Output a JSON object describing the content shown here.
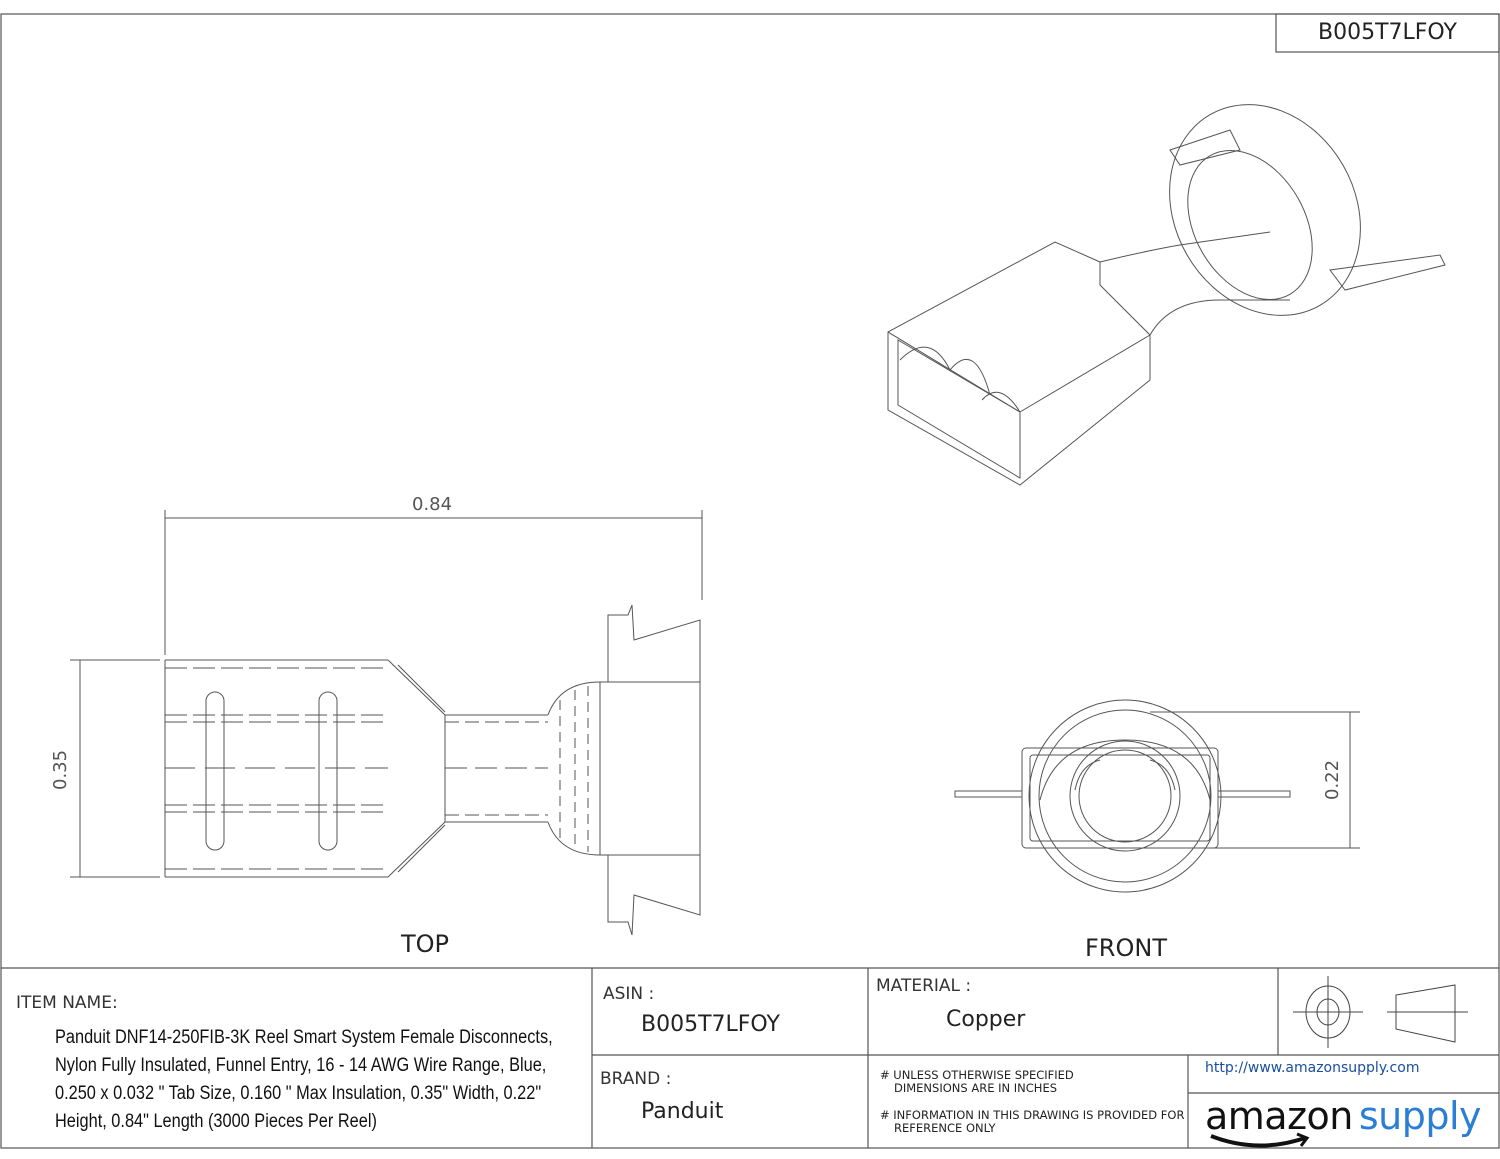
{
  "asin_header": "B005T7LFOY",
  "views": {
    "top_label": "TOP",
    "front_label": "FRONT"
  },
  "dimensions": {
    "length": "0.84",
    "width": "0.35",
    "height": "0.22"
  },
  "title_block": {
    "item_name_label": "ITEM NAME:",
    "item_name": "Panduit DNF14-250FIB-3K Reel Smart System Female Disconnects, Nylon Fully Insulated, Funnel Entry, 16 - 14 AWG Wire Range, Blue, 0.250 x 0.032 \" Tab Size, 0.160 \" Max Insulation, 0.35\" Width, 0.22\" Height, 0.84\" Length (3000 Pieces Per Reel)",
    "asin_label": "ASIN :",
    "asin": "B005T7LFOY",
    "brand_label": "BRAND :",
    "brand": "Panduit",
    "material_label": "MATERIAL :",
    "material": "Copper",
    "note_1_line1": "# UNLESS OTHERWISE SPECIFIED",
    "note_1_line2": "DIMENSIONS ARE IN INCHES",
    "note_2_line1": "# INFORMATION IN THIS DRAWING IS PROVIDED FOR",
    "note_2_line2": "REFERENCE ONLY",
    "url": "http://www.amazonsupply.com",
    "logo_text_1": "amazon",
    "logo_text_2": "supply",
    "projection_symbol": "third-angle-projection-icon"
  },
  "colors": {
    "line": "#555555",
    "url": "#1a4fa0",
    "logo_supply": "#2a7fd4"
  }
}
